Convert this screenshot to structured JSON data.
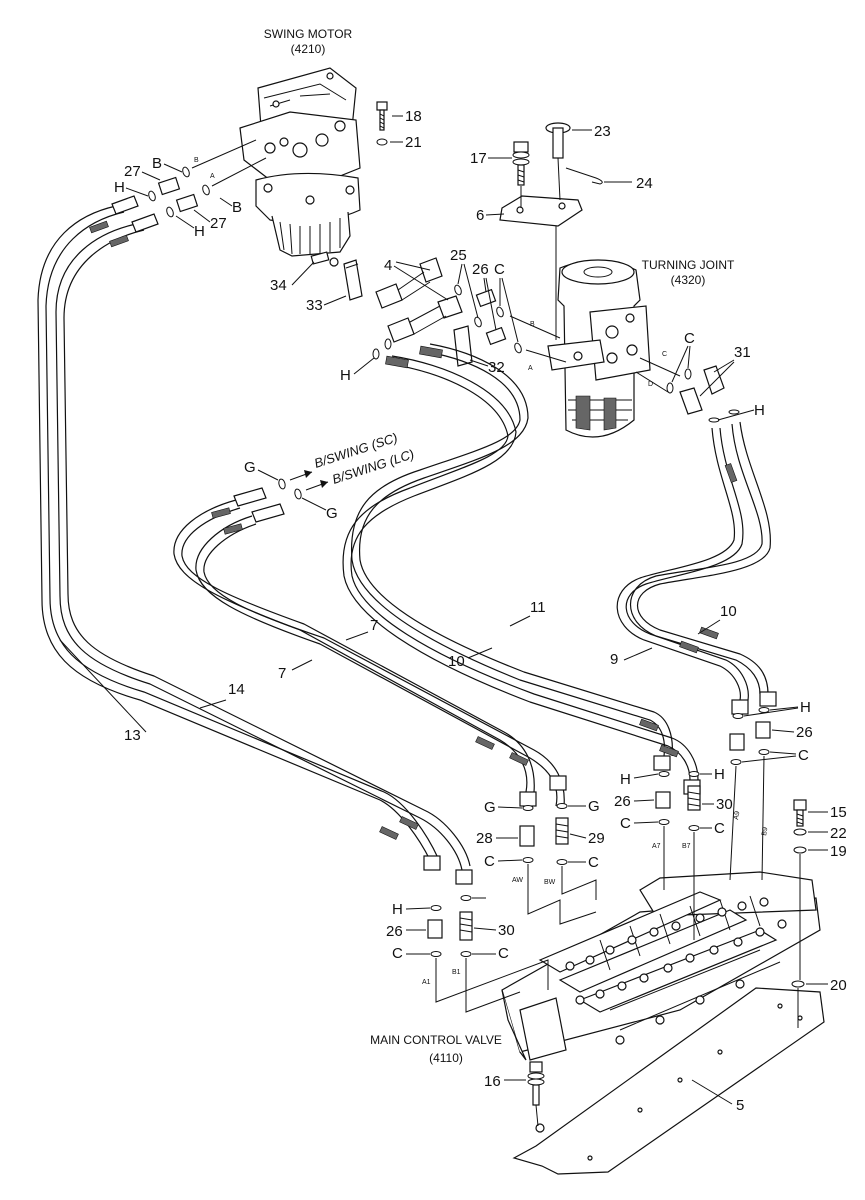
{
  "components": {
    "swing_motor": {
      "title": "SWING MOTOR",
      "code": "(4210)"
    },
    "turning_joint": {
      "title": "TURNING JOINT",
      "code": "(4320)"
    },
    "main_control_valve": {
      "title": "MAIN CONTROL VALVE",
      "code": "(4110)"
    }
  },
  "destinations": {
    "bswing_sc": "B/SWING (SC)",
    "bswing_lc": "B/SWING (LC)"
  },
  "part_numbers": {
    "p4": "4",
    "p5": "5",
    "p6": "6",
    "p7a": "7",
    "p7b": "7",
    "p9": "9",
    "p10a": "10",
    "p10b": "10",
    "p11": "11",
    "p13": "13",
    "p14": "14",
    "p15": "15",
    "p16": "16",
    "p17": "17",
    "p18": "18",
    "p19": "19",
    "p20": "20",
    "p21": "21",
    "p22": "22",
    "p23": "23",
    "p24": "24",
    "p25": "25",
    "p26a": "26",
    "p26b": "26",
    "p26c": "26",
    "p26d": "26",
    "p27a": "27",
    "p27b": "27",
    "p28": "28",
    "p29": "29",
    "p30a": "30",
    "p30b": "30",
    "p31": "31",
    "p32": "32",
    "p33": "33",
    "p34": "34"
  },
  "letters": {
    "B1": "B",
    "B2": "B",
    "H1": "H",
    "H2": "H",
    "H3": "H",
    "H4": "H",
    "H5": "H",
    "H6": "H",
    "H7": "H",
    "H8": "H",
    "C1": "C",
    "C2": "C",
    "C3": "C",
    "C4": "C",
    "C5": "C",
    "C6": "C",
    "C7": "C",
    "C8": "C",
    "C9": "C",
    "G1": "G",
    "G2": "G",
    "G3": "G",
    "G4": "G"
  },
  "port_labels": {
    "mB": "B",
    "mA": "A",
    "tB": "B",
    "tA": "A",
    "tC": "C",
    "tD": "D",
    "A9": "A9",
    "B9": "B9",
    "A7": "A7",
    "B7": "B7",
    "AW": "AW",
    "BW": "BW",
    "A1": "A1",
    "B1": "B1"
  }
}
